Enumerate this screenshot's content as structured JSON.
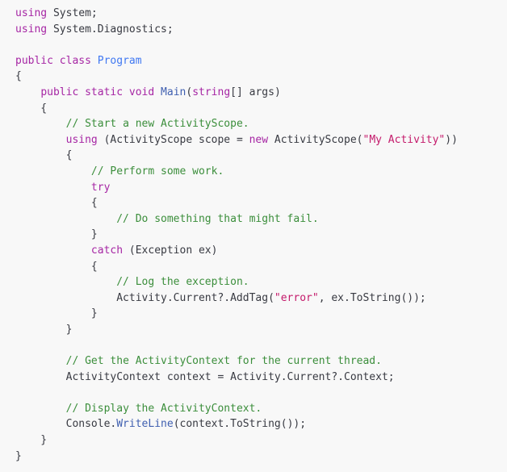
{
  "editor": {
    "language": "csharp",
    "lines": [
      [
        {
          "t": "using",
          "c": "kw"
        },
        {
          "t": " System;",
          "c": "pl"
        }
      ],
      [
        {
          "t": "using",
          "c": "kw"
        },
        {
          "t": " System.Diagnostics;",
          "c": "pl"
        }
      ],
      [],
      [
        {
          "t": "public",
          "c": "kw"
        },
        {
          "t": " ",
          "c": "pl"
        },
        {
          "t": "class",
          "c": "kw"
        },
        {
          "t": " ",
          "c": "pl"
        },
        {
          "t": "Program",
          "c": "ty"
        }
      ],
      [
        {
          "t": "{",
          "c": "pl"
        }
      ],
      [
        {
          "t": "    ",
          "c": "pl"
        },
        {
          "t": "public",
          "c": "kw"
        },
        {
          "t": " ",
          "c": "pl"
        },
        {
          "t": "static",
          "c": "kw"
        },
        {
          "t": " ",
          "c": "pl"
        },
        {
          "t": "void",
          "c": "kw"
        },
        {
          "t": " ",
          "c": "pl"
        },
        {
          "t": "Main",
          "c": "fn"
        },
        {
          "t": "(",
          "c": "pl"
        },
        {
          "t": "string",
          "c": "kw"
        },
        {
          "t": "[] args)",
          "c": "pl"
        }
      ],
      [
        {
          "t": "    {",
          "c": "pl"
        }
      ],
      [
        {
          "t": "        ",
          "c": "pl"
        },
        {
          "t": "// Start a new ActivityScope.",
          "c": "cm"
        }
      ],
      [
        {
          "t": "        ",
          "c": "pl"
        },
        {
          "t": "using",
          "c": "kw"
        },
        {
          "t": " (ActivityScope scope = ",
          "c": "pl"
        },
        {
          "t": "new",
          "c": "kw"
        },
        {
          "t": " ActivityScope(",
          "c": "pl"
        },
        {
          "t": "\"My Activity\"",
          "c": "st"
        },
        {
          "t": "))",
          "c": "pl"
        }
      ],
      [
        {
          "t": "        {",
          "c": "pl"
        }
      ],
      [
        {
          "t": "            ",
          "c": "pl"
        },
        {
          "t": "// Perform some work.",
          "c": "cm"
        }
      ],
      [
        {
          "t": "            ",
          "c": "pl"
        },
        {
          "t": "try",
          "c": "kw"
        }
      ],
      [
        {
          "t": "            {",
          "c": "pl"
        }
      ],
      [
        {
          "t": "                ",
          "c": "pl"
        },
        {
          "t": "// Do something that might fail.",
          "c": "cm"
        }
      ],
      [
        {
          "t": "            }",
          "c": "pl"
        }
      ],
      [
        {
          "t": "            ",
          "c": "pl"
        },
        {
          "t": "catch",
          "c": "kw"
        },
        {
          "t": " (Exception ex)",
          "c": "pl"
        }
      ],
      [
        {
          "t": "            {",
          "c": "pl"
        }
      ],
      [
        {
          "t": "                ",
          "c": "pl"
        },
        {
          "t": "// Log the exception.",
          "c": "cm"
        }
      ],
      [
        {
          "t": "                Activity.Current?.AddTag(",
          "c": "pl"
        },
        {
          "t": "\"error\"",
          "c": "st"
        },
        {
          "t": ", ex.ToString());",
          "c": "pl"
        }
      ],
      [
        {
          "t": "            }",
          "c": "pl"
        }
      ],
      [
        {
          "t": "        }",
          "c": "pl"
        }
      ],
      [],
      [
        {
          "t": "        ",
          "c": "pl"
        },
        {
          "t": "// Get the ActivityContext for the current thread.",
          "c": "cm"
        }
      ],
      [
        {
          "t": "        ActivityContext context = Activity.Current?.Context;",
          "c": "pl"
        }
      ],
      [],
      [
        {
          "t": "        ",
          "c": "pl"
        },
        {
          "t": "// Display the ActivityContext.",
          "c": "cm"
        }
      ],
      [
        {
          "t": "        Console.",
          "c": "pl"
        },
        {
          "t": "WriteLine",
          "c": "fn"
        },
        {
          "t": "(context.ToString());",
          "c": "pl"
        }
      ],
      [
        {
          "t": "    }",
          "c": "pl"
        }
      ],
      [
        {
          "t": "}",
          "c": "pl"
        }
      ]
    ]
  }
}
